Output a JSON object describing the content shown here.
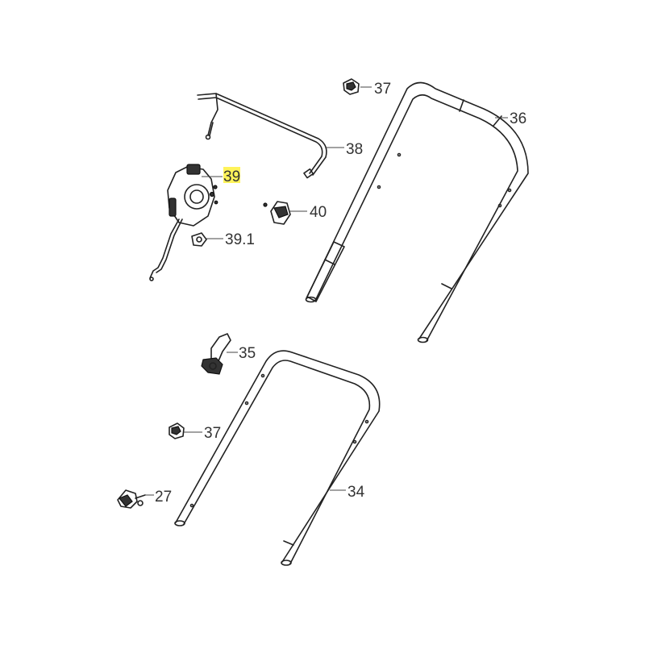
{
  "callouts": [
    {
      "id": "c37a",
      "text": "37"
    },
    {
      "id": "c36",
      "text": "36"
    },
    {
      "id": "c38",
      "text": "38"
    },
    {
      "id": "c39",
      "text": "39",
      "highlighted": true
    },
    {
      "id": "c40",
      "text": "40"
    },
    {
      "id": "c391",
      "text": "39.1"
    },
    {
      "id": "c35",
      "text": "35"
    },
    {
      "id": "c37b",
      "text": "37"
    },
    {
      "id": "c27",
      "text": "27"
    },
    {
      "id": "c34",
      "text": "34"
    }
  ],
  "colors": {
    "line": "#222222",
    "label": "#333333",
    "highlight": "#fff35a",
    "background": "#ffffff"
  }
}
